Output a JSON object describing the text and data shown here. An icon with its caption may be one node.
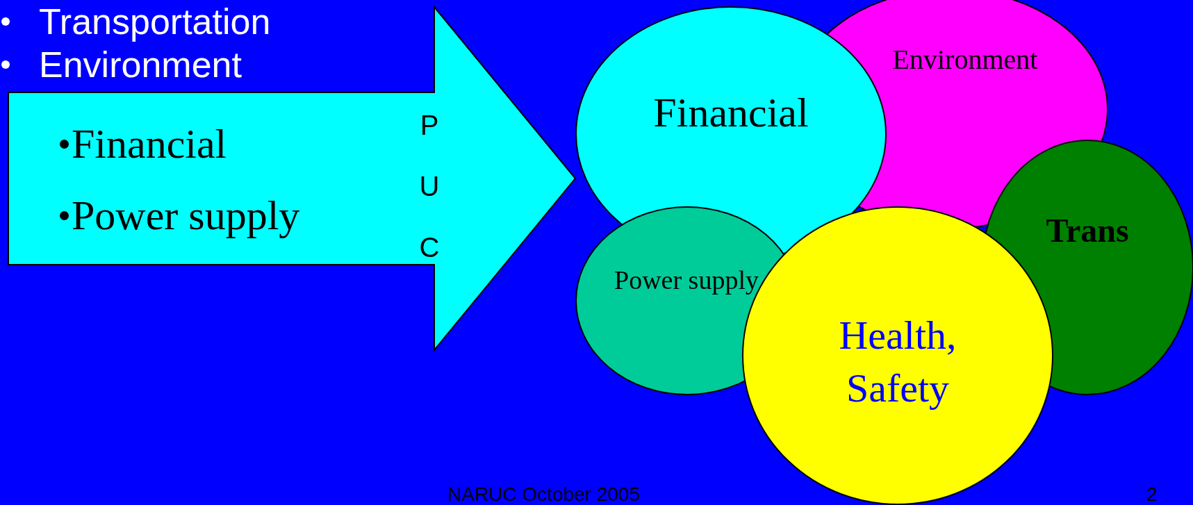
{
  "diagram": {
    "nodes": [
      {
        "text": [
          "Financial",
          "Power supply",
          "PUC"
        ]
      },
      {
        "text": [
          "Environment"
        ]
      },
      {
        "text": [
          "Financial"
        ]
      },
      {
        "text": [
          "Trans"
        ]
      },
      {
        "text": [
          "Power supply"
        ]
      },
      {
        "text": [
          "Health, Safety"
        ]
      }
    ],
    "labels": [
      "Transportation",
      "Environment",
      "NARUC October 2005",
      "2"
    ]
  }
}
